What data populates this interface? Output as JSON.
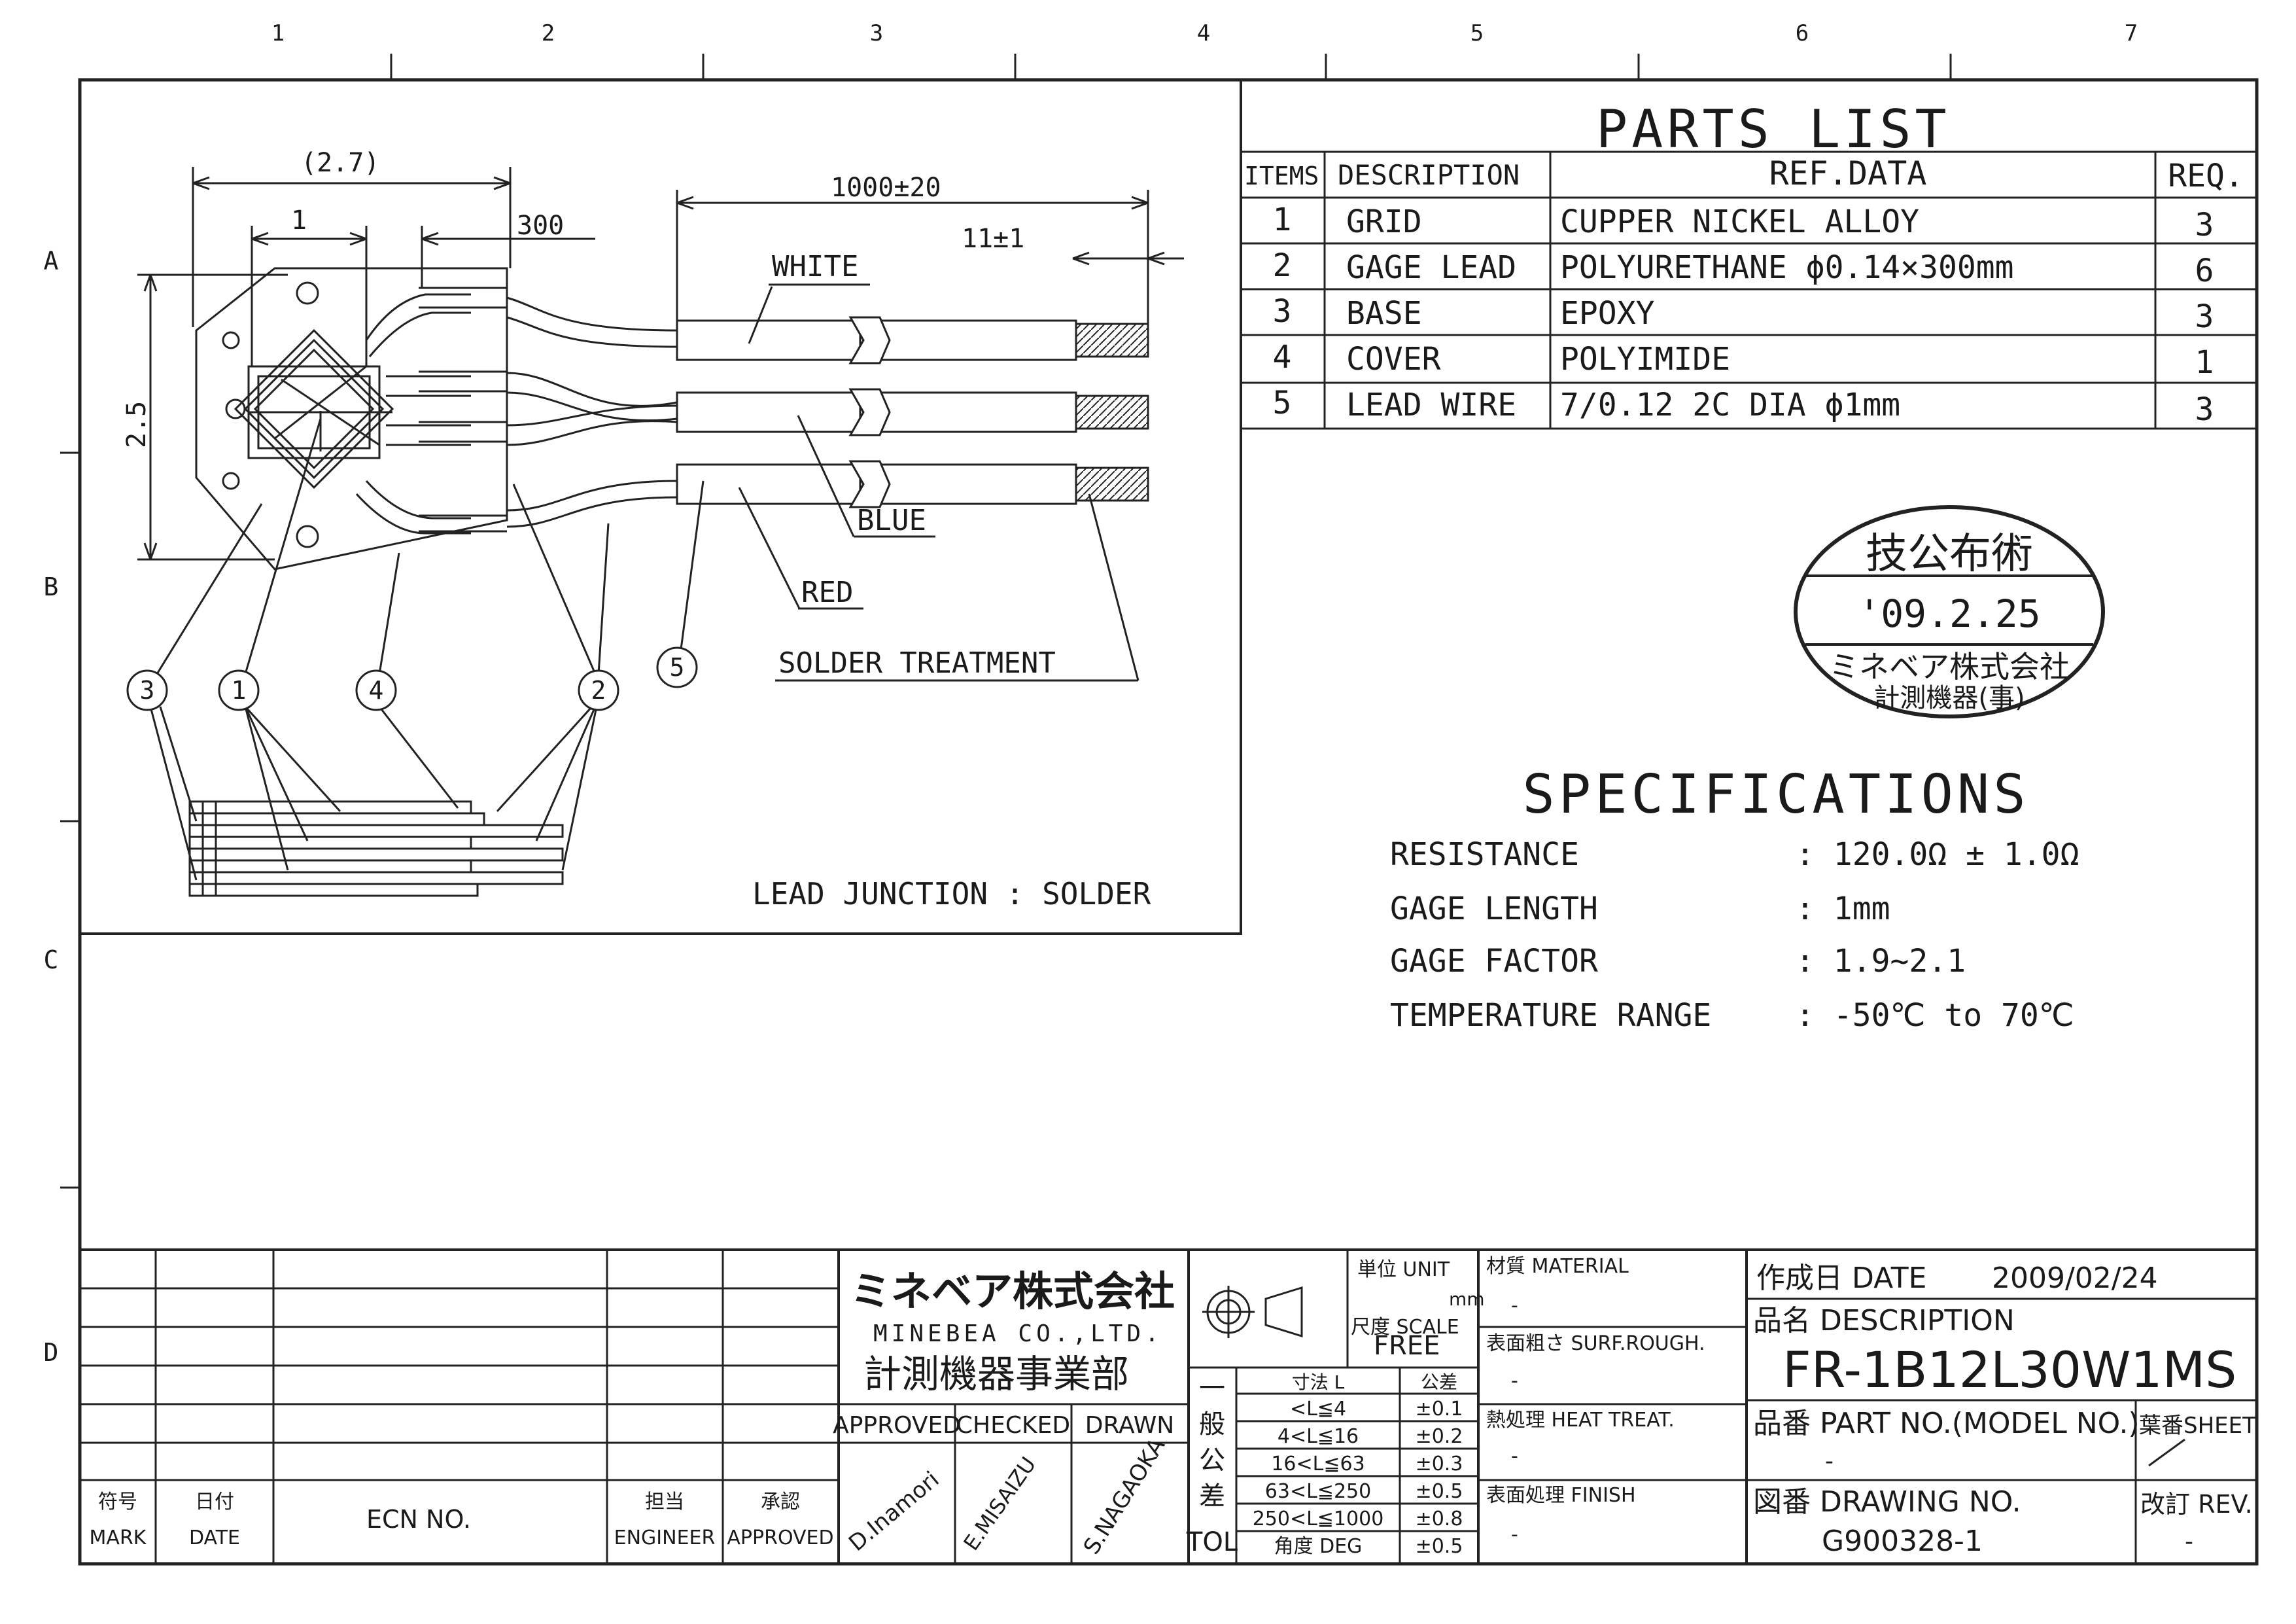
{
  "border_zones": {
    "columns": [
      "1",
      "2",
      "3",
      "4",
      "5",
      "6",
      "7"
    ],
    "rows": [
      "A",
      "B",
      "C",
      "D"
    ]
  },
  "drawing": {
    "dim_width": "(2.7)",
    "dim_grid": "1",
    "dim_lead": "300",
    "dim_wire": "1000±20",
    "dim_strip": "11±1",
    "dim_height": "2.5",
    "wire_white": "WHITE",
    "wire_blue": "BLUE",
    "wire_red": "RED",
    "solder_treatment": "SOLDER TREATMENT",
    "lead_junction": "LEAD JUNCTION : SOLDER",
    "callouts": [
      "3",
      "1",
      "4",
      "2",
      "5"
    ]
  },
  "parts_list": {
    "title": "PARTS LIST",
    "headers": [
      "ITEMS",
      "DESCRIPTION",
      "REF.DATA",
      "REQ."
    ],
    "rows": [
      [
        "1",
        "GRID",
        "CUPPER NICKEL ALLOY",
        "3"
      ],
      [
        "2",
        "GAGE LEAD",
        "POLYURETHANE ϕ0.14×300mm",
        "6"
      ],
      [
        "3",
        "BASE",
        "EPOXY",
        "3"
      ],
      [
        "4",
        "COVER",
        "POLYIMIDE",
        "1"
      ],
      [
        "5",
        "LEAD WIRE",
        "7/0.12 2C DIA ϕ1mm",
        "3"
      ]
    ]
  },
  "stamp": {
    "top": "技公布術",
    "date": "'09.2.25",
    "company": "ミネベア株式会社",
    "dept": "計測機器(事)"
  },
  "specifications": {
    "title": "SPECIFICATIONS",
    "items": [
      {
        "label": "RESISTANCE",
        "value": ": 120.0Ω ± 1.0Ω"
      },
      {
        "label": "GAGE LENGTH",
        "value": ": 1mm"
      },
      {
        "label": "GAGE FACTOR",
        "value": ": 1.9~2.1"
      },
      {
        "label": "TEMPERATURE RANGE",
        "value": ": -50℃ to 70℃"
      }
    ]
  },
  "title_block": {
    "revision": {
      "mark_jp": "符号",
      "mark_en": "MARK",
      "date_jp": "日付",
      "date_en": "DATE",
      "ecn": "ECN NO.",
      "engineer_jp": "担当",
      "engineer_en": "ENGINEER",
      "approved_jp": "承認",
      "approved_en": "APPROVED"
    },
    "company_jp": "ミネベア株式会社",
    "company_en": "MINEBEA CO.,LTD.",
    "division": "計測機器事業部",
    "approvals": {
      "approved_label": "APPROVED",
      "checked_label": "CHECKED",
      "drawn_label": "DRAWN",
      "approved_sig": "D.Inamori",
      "checked_sig": "E.MISAIZU",
      "drawn_sig": "S.NAGAOKA"
    },
    "unit_label": "単位 UNIT",
    "unit_value": "mm",
    "scale_label": "尺度 SCALE",
    "scale_value": "FREE",
    "tolerance": {
      "side_chars": [
        "一",
        "般",
        "公",
        "差",
        "TOL"
      ],
      "head_size": "寸法 L",
      "head_tol": "公差",
      "rows": [
        [
          "<L≦4",
          "±0.1"
        ],
        [
          "4<L≦16",
          "±0.2"
        ],
        [
          "16<L≦63",
          "±0.3"
        ],
        [
          "63<L≦250",
          "±0.5"
        ],
        [
          "250<L≦1000",
          "±0.8"
        ],
        [
          "角度 DEG",
          "±0.5"
        ]
      ]
    },
    "material_label": "材質 MATERIAL",
    "material_value": "-",
    "surface_label": "表面粗さ SURF.ROUGH.",
    "surface_value": "-",
    "heat_label": "熱処理 HEAT TREAT.",
    "heat_value": "-",
    "finish_label": "表面処理 FINISH",
    "finish_value": "-",
    "date_label": "作成日 DATE",
    "date_value": "2009/02/24",
    "desc_label": "品名 DESCRIPTION",
    "desc_value": "FR-1B12L30W1MS",
    "part_label": "品番 PART NO.(MODEL NO.)",
    "part_value": "-",
    "sheet_label": "葉番SHEET",
    "drawing_label": "図番 DRAWING NO.",
    "drawing_value": "G900328-1",
    "rev_label": "改訂 REV.",
    "rev_value": "-"
  }
}
